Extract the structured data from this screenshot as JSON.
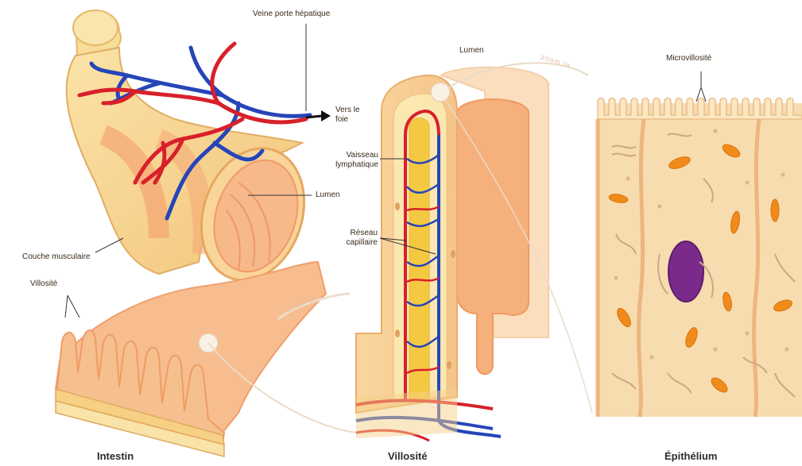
{
  "labels": {
    "portal_vein": "Veine porte hépatique",
    "to_liver": "Vers le foie",
    "lumen_intestine": "Lumen",
    "muscle_layer": "Couche musculaire",
    "villus_small": "Villosité",
    "lumen_villus": "Lumen",
    "lymph_vessel": "Vaisseau lymphatique",
    "capillary_network": "Réseau capillaire",
    "microvillus": "Microvillosité"
  },
  "zoom": {
    "zoom1": "zoom in",
    "zoom2": "zoom in"
  },
  "captions": {
    "intestine": "Intestin",
    "villus": "Villosité",
    "epithelium": "Épithélium"
  },
  "colors": {
    "vein": "#2545b8",
    "artery": "#d8202a",
    "intestine_outer": "#f6d58a",
    "muscle": "#f3a06a",
    "lumen": "#f7b88a",
    "lymph": "#f5c842",
    "cell_fill": "#f6dcb0",
    "nucleus": "#7a2a8a",
    "mitochondria": "#f08a1a"
  }
}
